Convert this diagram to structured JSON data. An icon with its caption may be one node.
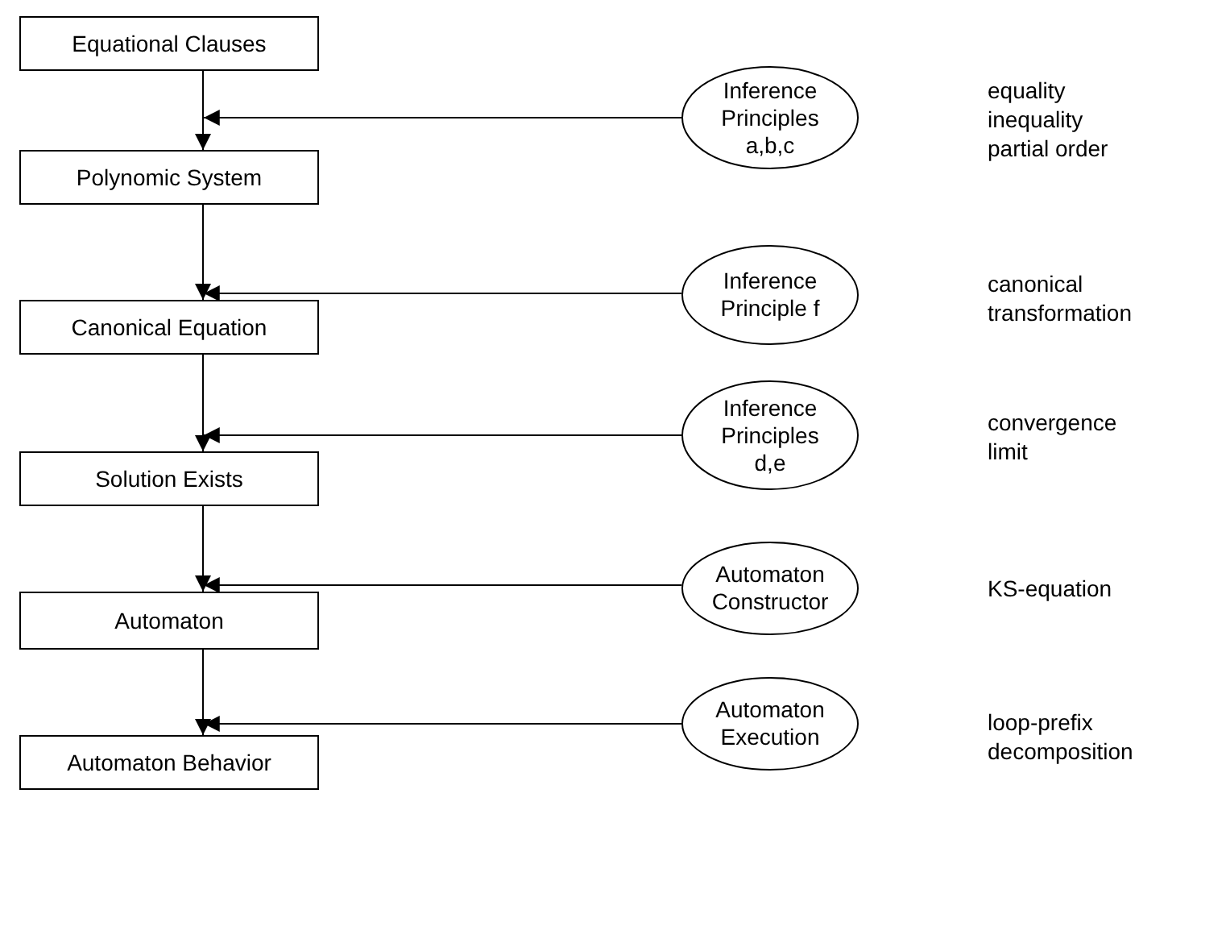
{
  "diagram": {
    "nodes": [
      {
        "text": [
          "Equational Clauses"
        ]
      },
      {
        "text": [
          "Polynomic System"
        ]
      },
      {
        "text": [
          "Canonical Equation"
        ]
      },
      {
        "text": [
          "Solution Exists"
        ]
      },
      {
        "text": [
          "Automaton"
        ]
      },
      {
        "text": [
          "Automaton Behavior"
        ]
      },
      {
        "text": [
          "Inference Principles a,b,c"
        ]
      },
      {
        "text": [
          "Inference Principle f"
        ]
      },
      {
        "text": [
          "Inference Principles d,e"
        ]
      },
      {
        "text": [
          "Automaton Constructor"
        ]
      },
      {
        "text": [
          "Automaton Execution"
        ]
      }
    ],
    "edges": [
      {
        "from": 0,
        "to": 1,
        "arrow": "to"
      },
      {
        "from": 1,
        "to": 2,
        "arrow": "to"
      },
      {
        "from": 2,
        "to": 3,
        "arrow": "to"
      },
      {
        "from": 3,
        "to": 4,
        "arrow": "to"
      },
      {
        "from": 4,
        "to": 5,
        "arrow": "to"
      },
      {
        "from": 6,
        "to": 1,
        "arrow": "to"
      },
      {
        "from": 7,
        "to": 2,
        "arrow": "to"
      },
      {
        "from": 8,
        "to": 3,
        "arrow": "to"
      },
      {
        "from": 9,
        "to": 4,
        "arrow": "to"
      },
      {
        "from": 10,
        "to": 5,
        "arrow": "to"
      }
    ],
    "labels": [
      "equality",
      "inequality",
      "partial order",
      "canonical transformation",
      "convergence limit",
      "KS-equation",
      "loop-prefix decomposition"
    ]
  }
}
